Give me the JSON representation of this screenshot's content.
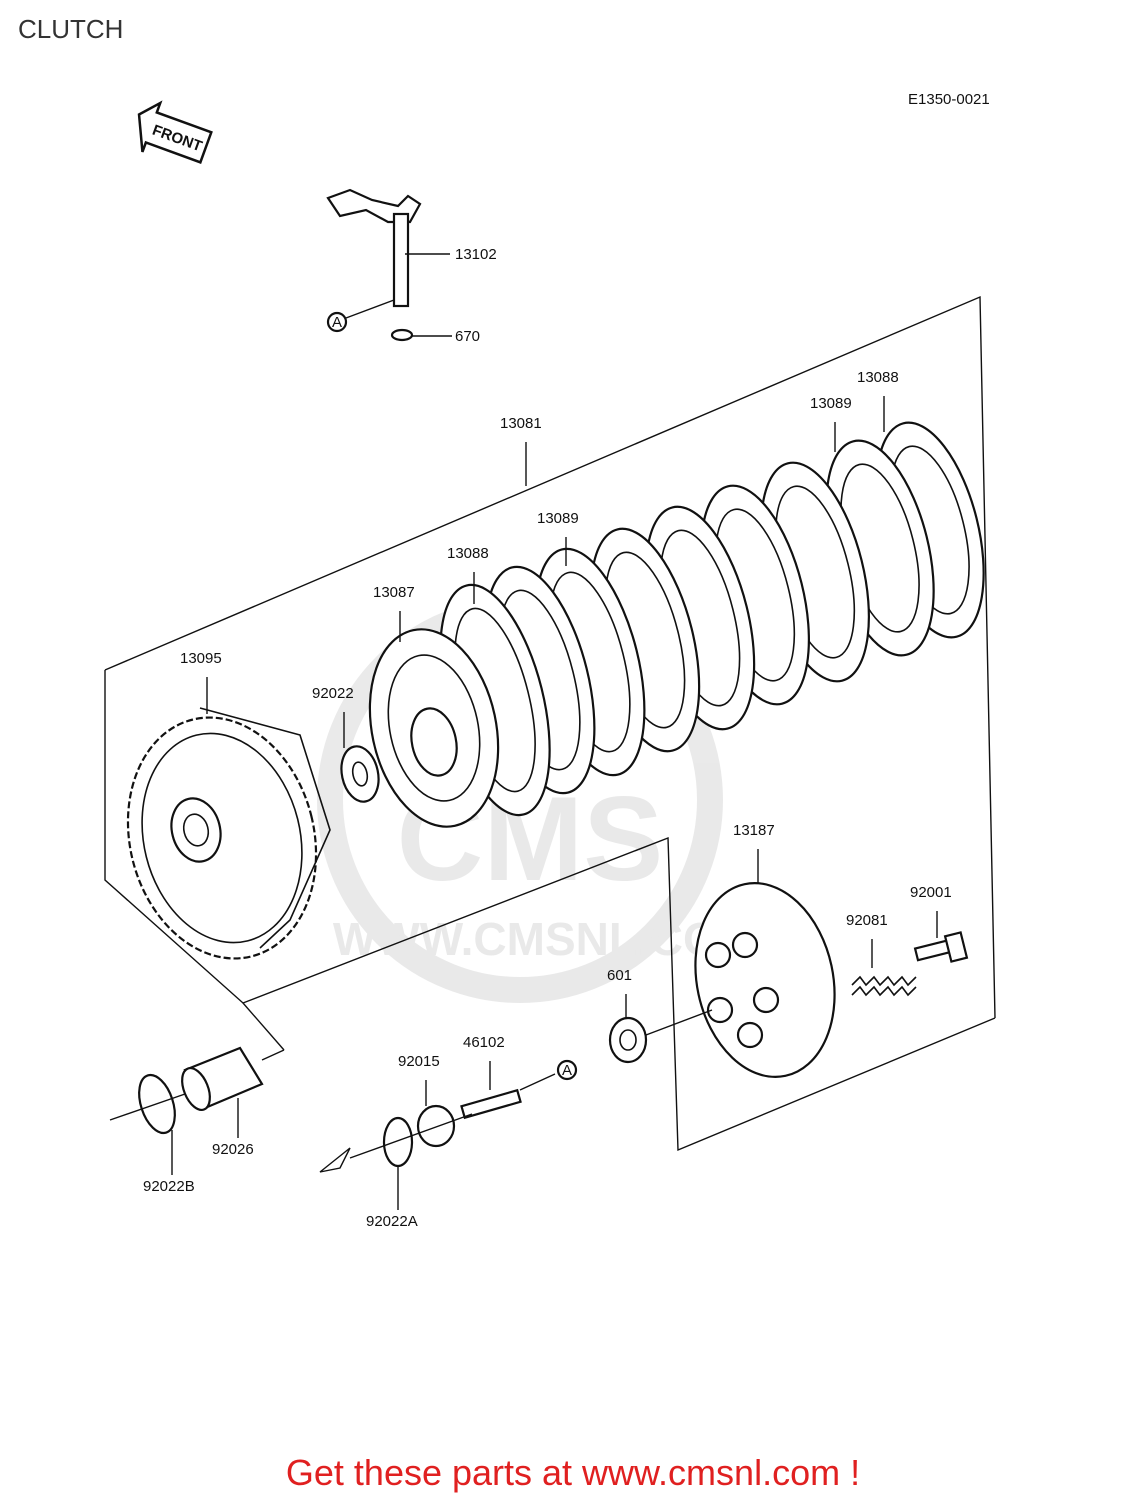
{
  "header": {
    "title": "CLUTCH"
  },
  "diagram": {
    "ref_code": "E1350-0021",
    "front_label": "FRONT",
    "ref_marker": "A",
    "parts": {
      "p13102": "13102",
      "p670": "670",
      "p13081": "13081",
      "p13088a": "13088",
      "p13089a": "13089",
      "p13089b": "13089",
      "p13088b": "13088",
      "p13087": "13087",
      "p13095": "13095",
      "p92022": "92022",
      "p13187": "13187",
      "p92001": "92001",
      "p92081": "92081",
      "p601": "601",
      "p46102": "46102",
      "p92015": "92015",
      "p92026": "92026",
      "p92022B": "92022B",
      "p92022A": "92022A"
    },
    "watermark": "WWW.CMSNL.COM"
  },
  "footer": {
    "link_text": "Get these parts at www.cmsnl.com !"
  },
  "colors": {
    "footer": "#e02020",
    "watermark": "#d8d8d8"
  }
}
